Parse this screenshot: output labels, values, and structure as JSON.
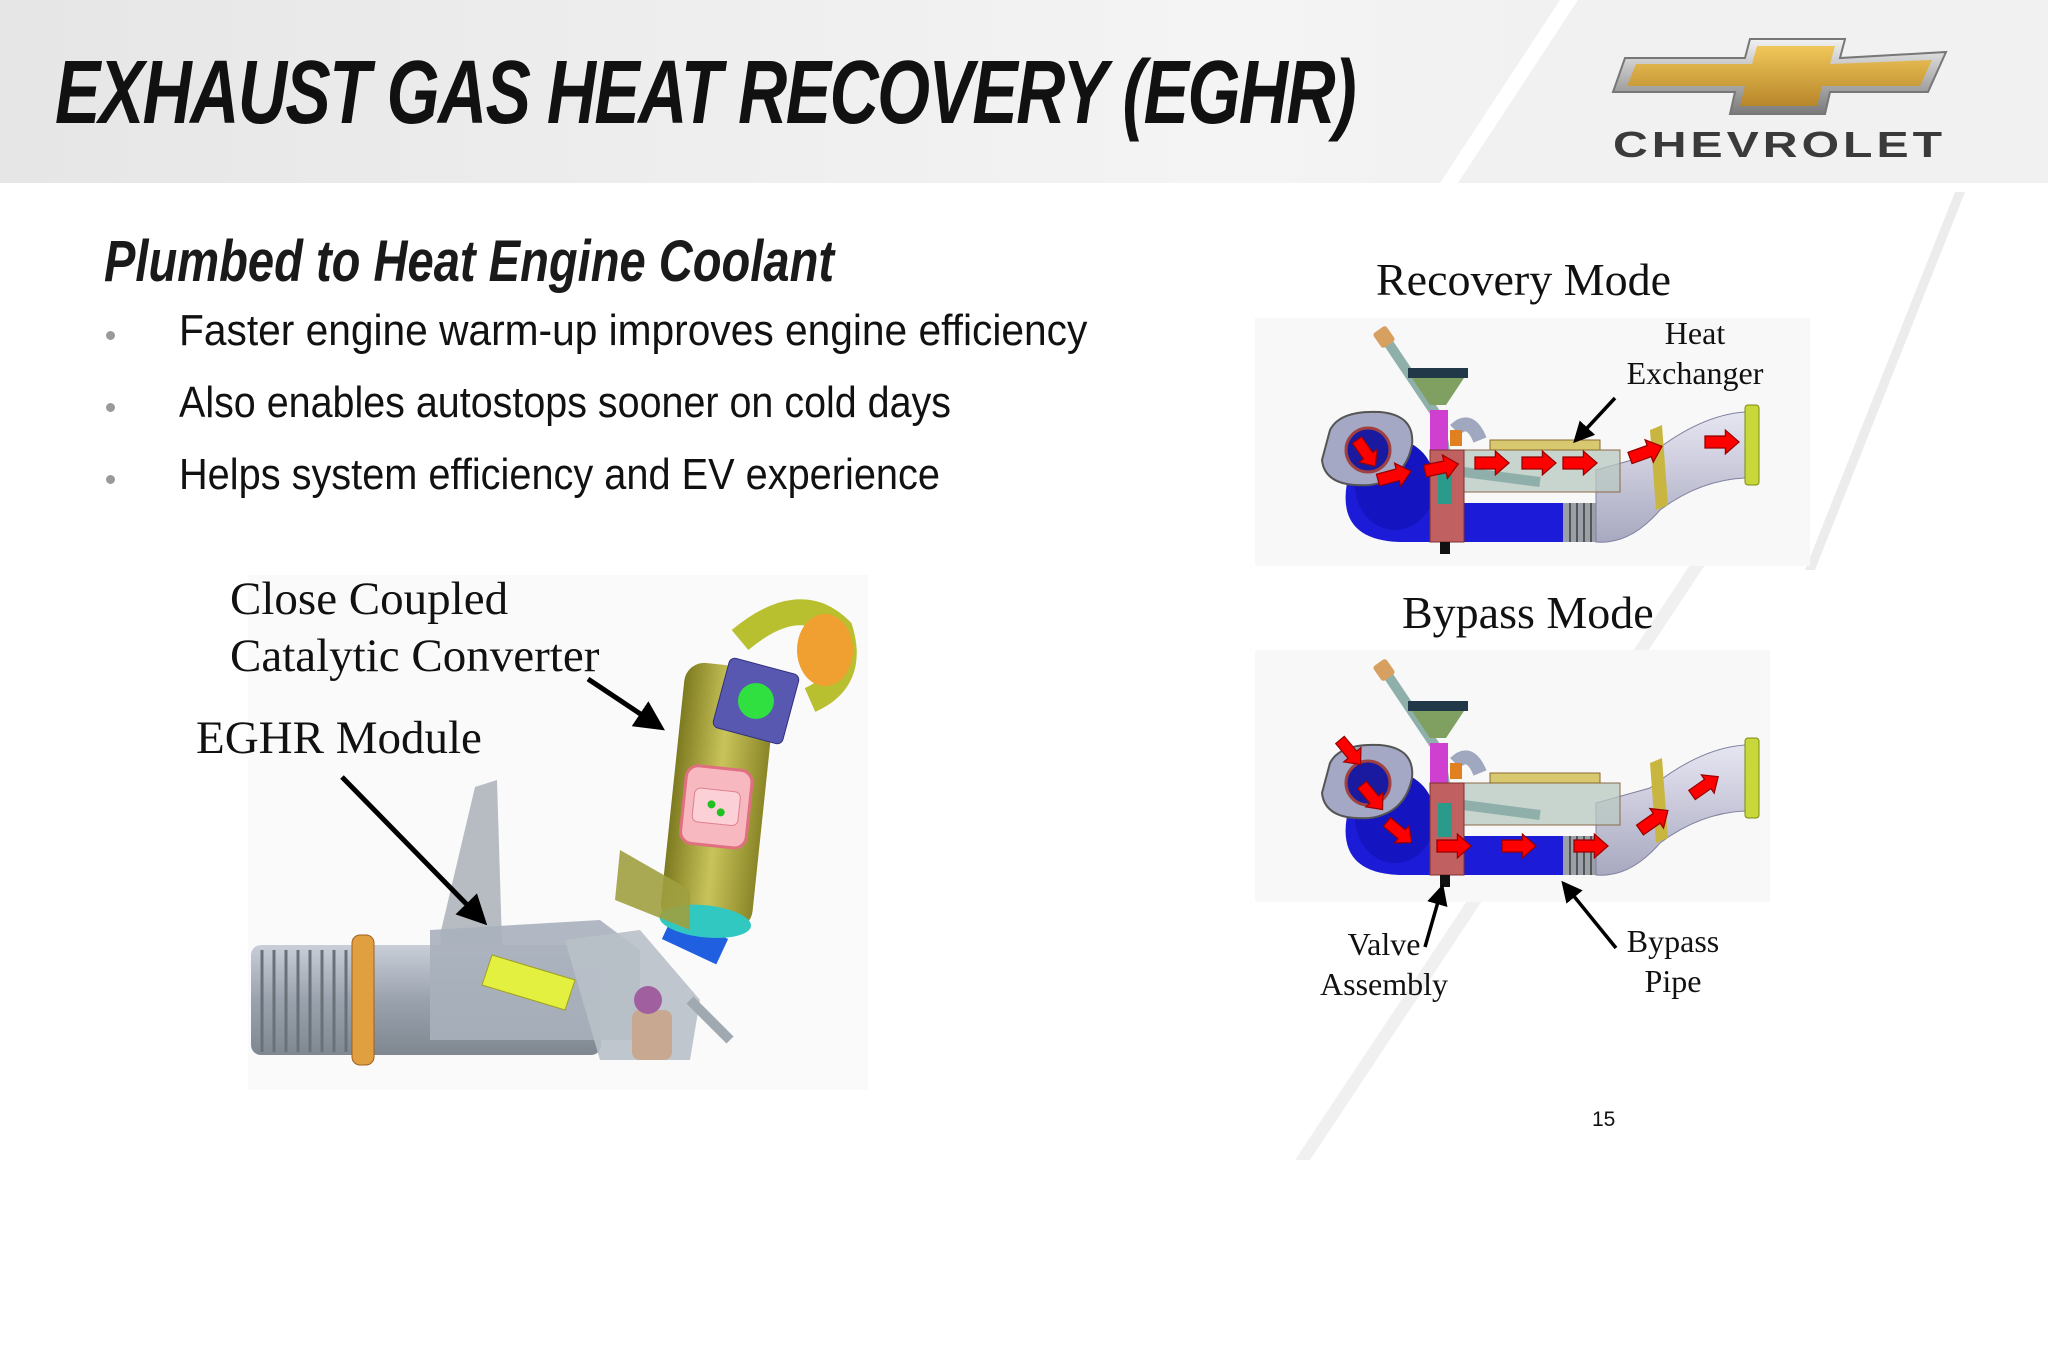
{
  "header": {
    "title": "EXHAUST GAS HEAT RECOVERY (EGHR)",
    "brand": "CHEVROLET"
  },
  "content": {
    "subtitle": "Plumbed to Heat Engine Coolant",
    "bullets": [
      "Faster engine warm-up improves engine efficiency",
      "Also enables autostops sooner on cold days",
      "Helps system efficiency and EV experience"
    ]
  },
  "left_figure": {
    "label_converter_line1": "Close Coupled",
    "label_converter_line2": "Catalytic Converter",
    "label_module": "EGHR Module"
  },
  "right_figure": {
    "recovery_title": "Recovery Mode",
    "heat_exchanger_line1": "Heat",
    "heat_exchanger_line2": "Exchanger",
    "bypass_title": "Bypass Mode",
    "valve_line1": "Valve",
    "valve_line2": "Assembly",
    "bypass_pipe_line1": "Bypass",
    "bypass_pipe_line2": "Pipe"
  },
  "footer": {
    "page_number": "15"
  },
  "colors": {
    "flow_arrow": "#ff0000",
    "bypass_pipe": "#1a1adc",
    "logo_gold": "#d9a93a"
  }
}
